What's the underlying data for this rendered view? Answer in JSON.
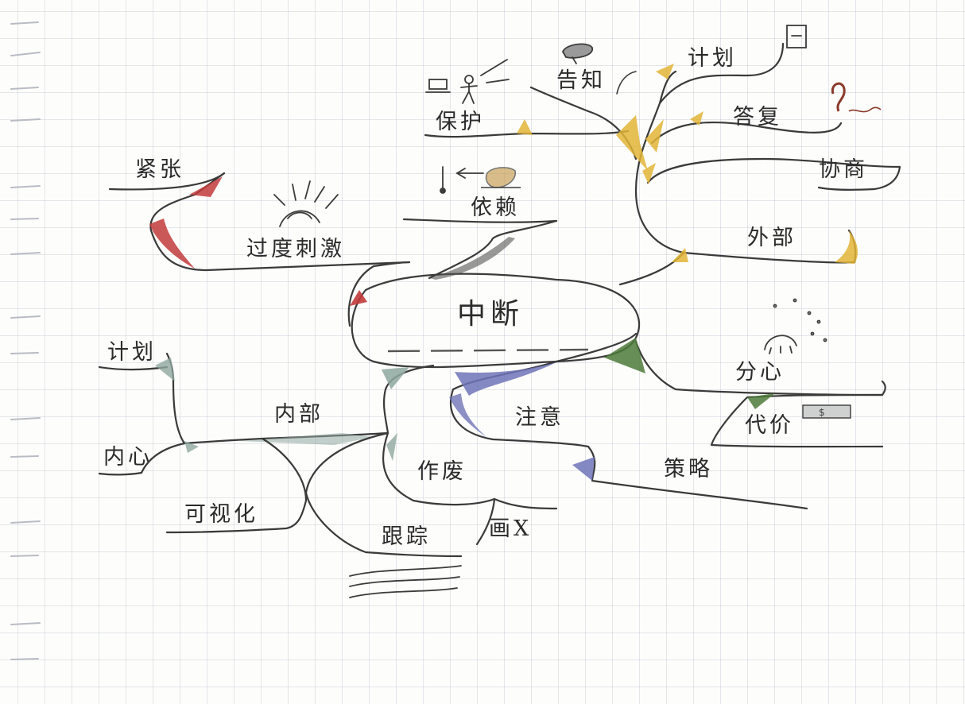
{
  "center": {
    "label": "中断"
  },
  "nodes": {
    "jinzhang": "紧张",
    "guodu_ciji": "过度刺激",
    "yilai": "依赖",
    "baohu": "保护",
    "gaozhi": "告知",
    "jihua_top": "计划",
    "dafu": "答复",
    "xieshang": "协商",
    "waibu": "外部",
    "fenxin": "分心",
    "daijia": "代价",
    "celue": "策略",
    "zhuyi": "注意",
    "zuofei": "作废",
    "hua_x": "画X",
    "genzong": "跟踪",
    "keshihua": "可视化",
    "neibu": "内部",
    "neixin": "内心",
    "jihua_left": "计划"
  },
  "colors": {
    "red": "#c23b3b",
    "yellow": "#e2b437",
    "green": "#4e7a3a",
    "blue": "#6f74b8",
    "teal": "#8fa7a0",
    "ink": "#3a3a3a",
    "grid": "#c8cfd9"
  },
  "icons": [
    "bolt-icon",
    "person-icon",
    "flashlight-icon",
    "laptop-icon",
    "cup-icon",
    "thermometer-icon",
    "note-icon",
    "snail-icon",
    "sparkle-head-icon",
    "bill-icon",
    "sun-head-icon",
    "water-waves-icon"
  ]
}
